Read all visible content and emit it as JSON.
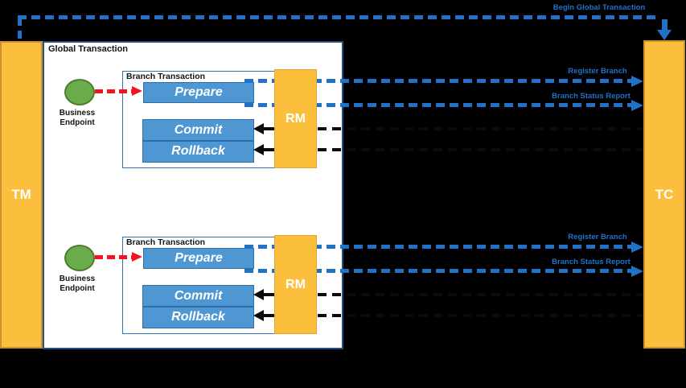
{
  "nodes": {
    "tm": "TM",
    "tc": "TC",
    "global_transaction": "Global Transaction",
    "begin_global_transaction": "Begin Global Transaction"
  },
  "branches": [
    {
      "title": "Branch Transaction",
      "business": "Business",
      "endpoint": "Endpoint",
      "prepare": "Prepare",
      "commit": "Commit",
      "rollback": "Rollback",
      "rm": "RM",
      "register_branch": "Register Branch",
      "branch_status_report": "Branch Status Report"
    },
    {
      "title": "Branch Transaction",
      "business": "Business",
      "endpoint": "Endpoint",
      "prepare": "Prepare",
      "commit": "Commit",
      "rollback": "Rollback",
      "rm": "RM",
      "register_branch": "Register Branch",
      "branch_status_report": "Branch Status Report"
    }
  ],
  "colors": {
    "background": "#000000",
    "participant_orange": "#FCBE3D",
    "participant_border": "#C8922C",
    "process_blue": "#4F97D3",
    "process_border": "#2F6DA4",
    "endpoint_green": "#6BAC4A",
    "endpoint_border": "#4E7B30",
    "flow_blue": "#2072C6",
    "flow_red": "#F6121E",
    "flow_black": "#0B0B0B",
    "global_box_border": "#25507F",
    "branch_box_border": "#2E75B6"
  }
}
